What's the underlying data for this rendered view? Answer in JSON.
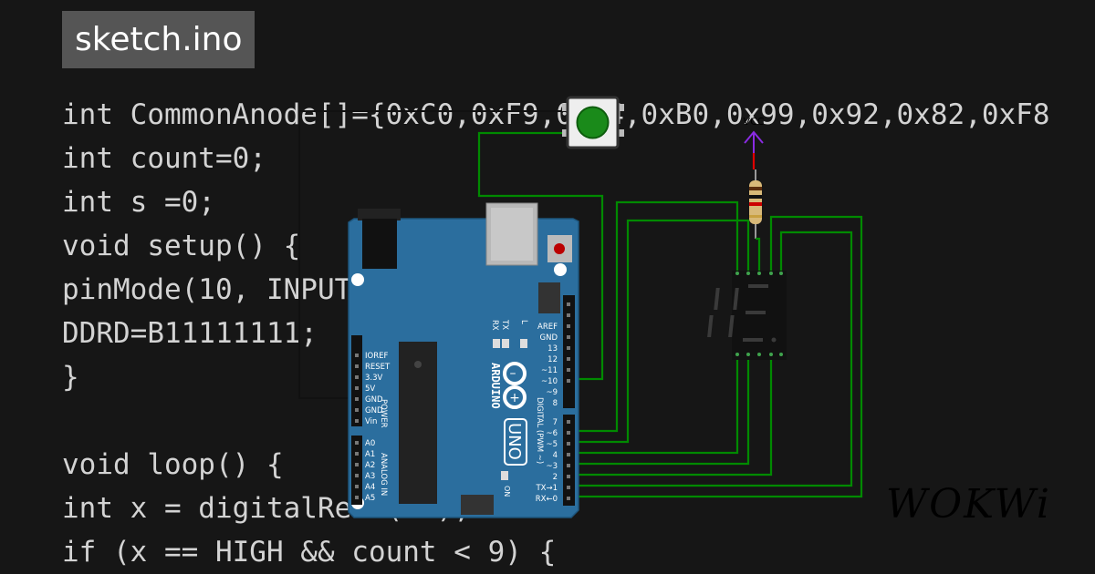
{
  "file_tab": {
    "label": "sketch.ino"
  },
  "code_lines": [
    "int CommonAnode[]={0xC0,0xF9,0xA4,0xB0,0x99,0x92,0x82,0xF8",
    "int count=0;",
    "int s =0;",
    "void setup() {",
    "pinMode(10, INPUT);",
    "DDRD=B11111111;",
    "}",
    "",
    "void loop() {",
    "int x = digitalRead(10);",
    "if (x == HIGH && count < 9) {"
  ],
  "arduino": {
    "brand": "ARDUINO",
    "model": "UNO",
    "header_left_power": [
      "IOREF",
      "RESET",
      "3.3V",
      "5V",
      "GND",
      "GND",
      "Vin"
    ],
    "power_label": "POWER",
    "header_left_analog": [
      "A0",
      "A1",
      "A2",
      "A3",
      "A4",
      "A5"
    ],
    "analog_label": "ANALOG IN",
    "header_right_top": [
      "AREF",
      "GND",
      "13",
      "12",
      "~11",
      "~10",
      "~9",
      "8"
    ],
    "header_right_bottom": [
      "7",
      "~6",
      "~5",
      "4",
      "~3",
      "2",
      "TX→1",
      "RX←0"
    ],
    "digital_label": "DIGITAL (PWM ~)",
    "led_labels": [
      "RX",
      "TX",
      "L"
    ],
    "on_label": "ON"
  },
  "vcc_label": "VCC",
  "logo_text": "WOKWi",
  "colors": {
    "board": "#2b6e9e",
    "wire_green": "#008a00",
    "wire_black": "#111111",
    "vcc_purple": "#8a2be2",
    "button_green": "#1a8a1a"
  }
}
